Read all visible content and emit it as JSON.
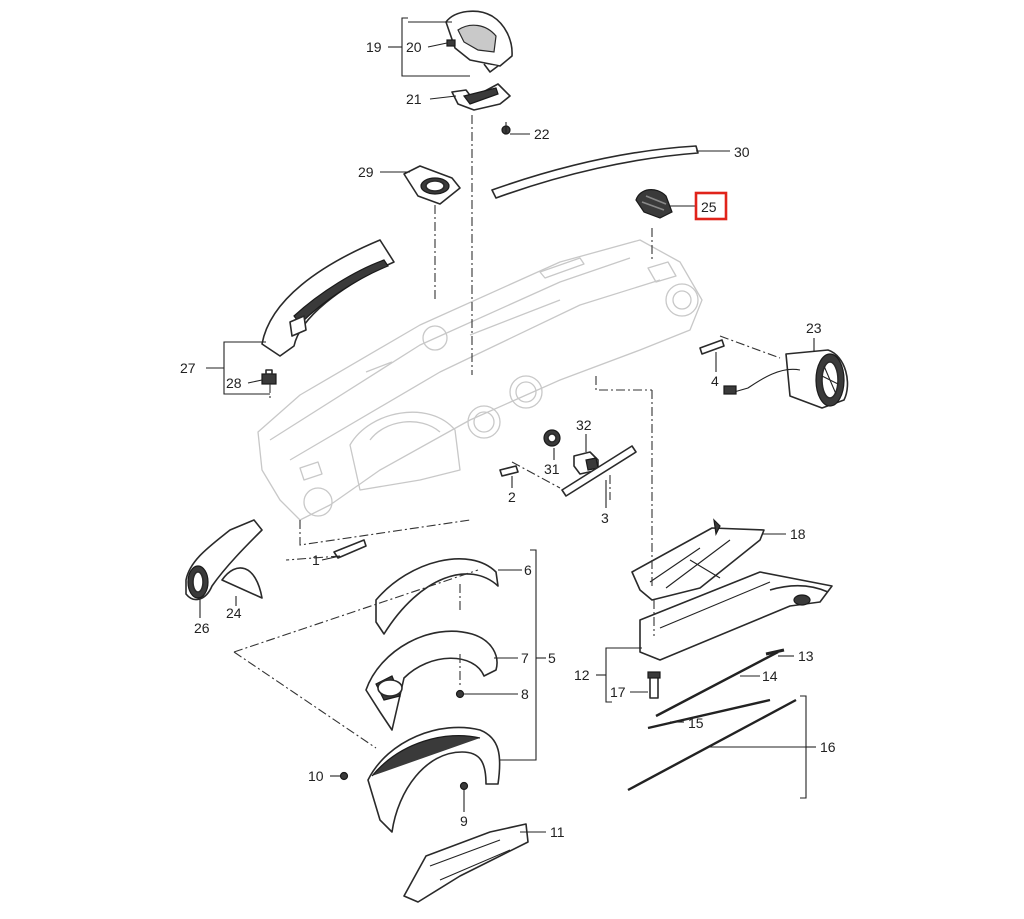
{
  "callouts": {
    "c1": "1",
    "c2": "2",
    "c3": "3",
    "c4": "4",
    "c5": "5",
    "c6": "6",
    "c7": "7",
    "c8": "8",
    "c9": "9",
    "c10": "10",
    "c11": "11",
    "c12": "12",
    "c13": "13",
    "c14": "14",
    "c15": "15",
    "c16": "16",
    "c17": "17",
    "c18": "18",
    "c19": "19",
    "c20": "20",
    "c21": "21",
    "c22": "22",
    "c23": "23",
    "c24": "24",
    "c25": "25",
    "c26": "26",
    "c27": "27",
    "c28": "28",
    "c29": "29",
    "c30": "30",
    "c31": "31",
    "c32": "32"
  },
  "highlighted_callout": "25",
  "colors": {
    "highlight": "#e0231a",
    "line": "#2a2a2a",
    "ghost": "#c8c8c8"
  }
}
